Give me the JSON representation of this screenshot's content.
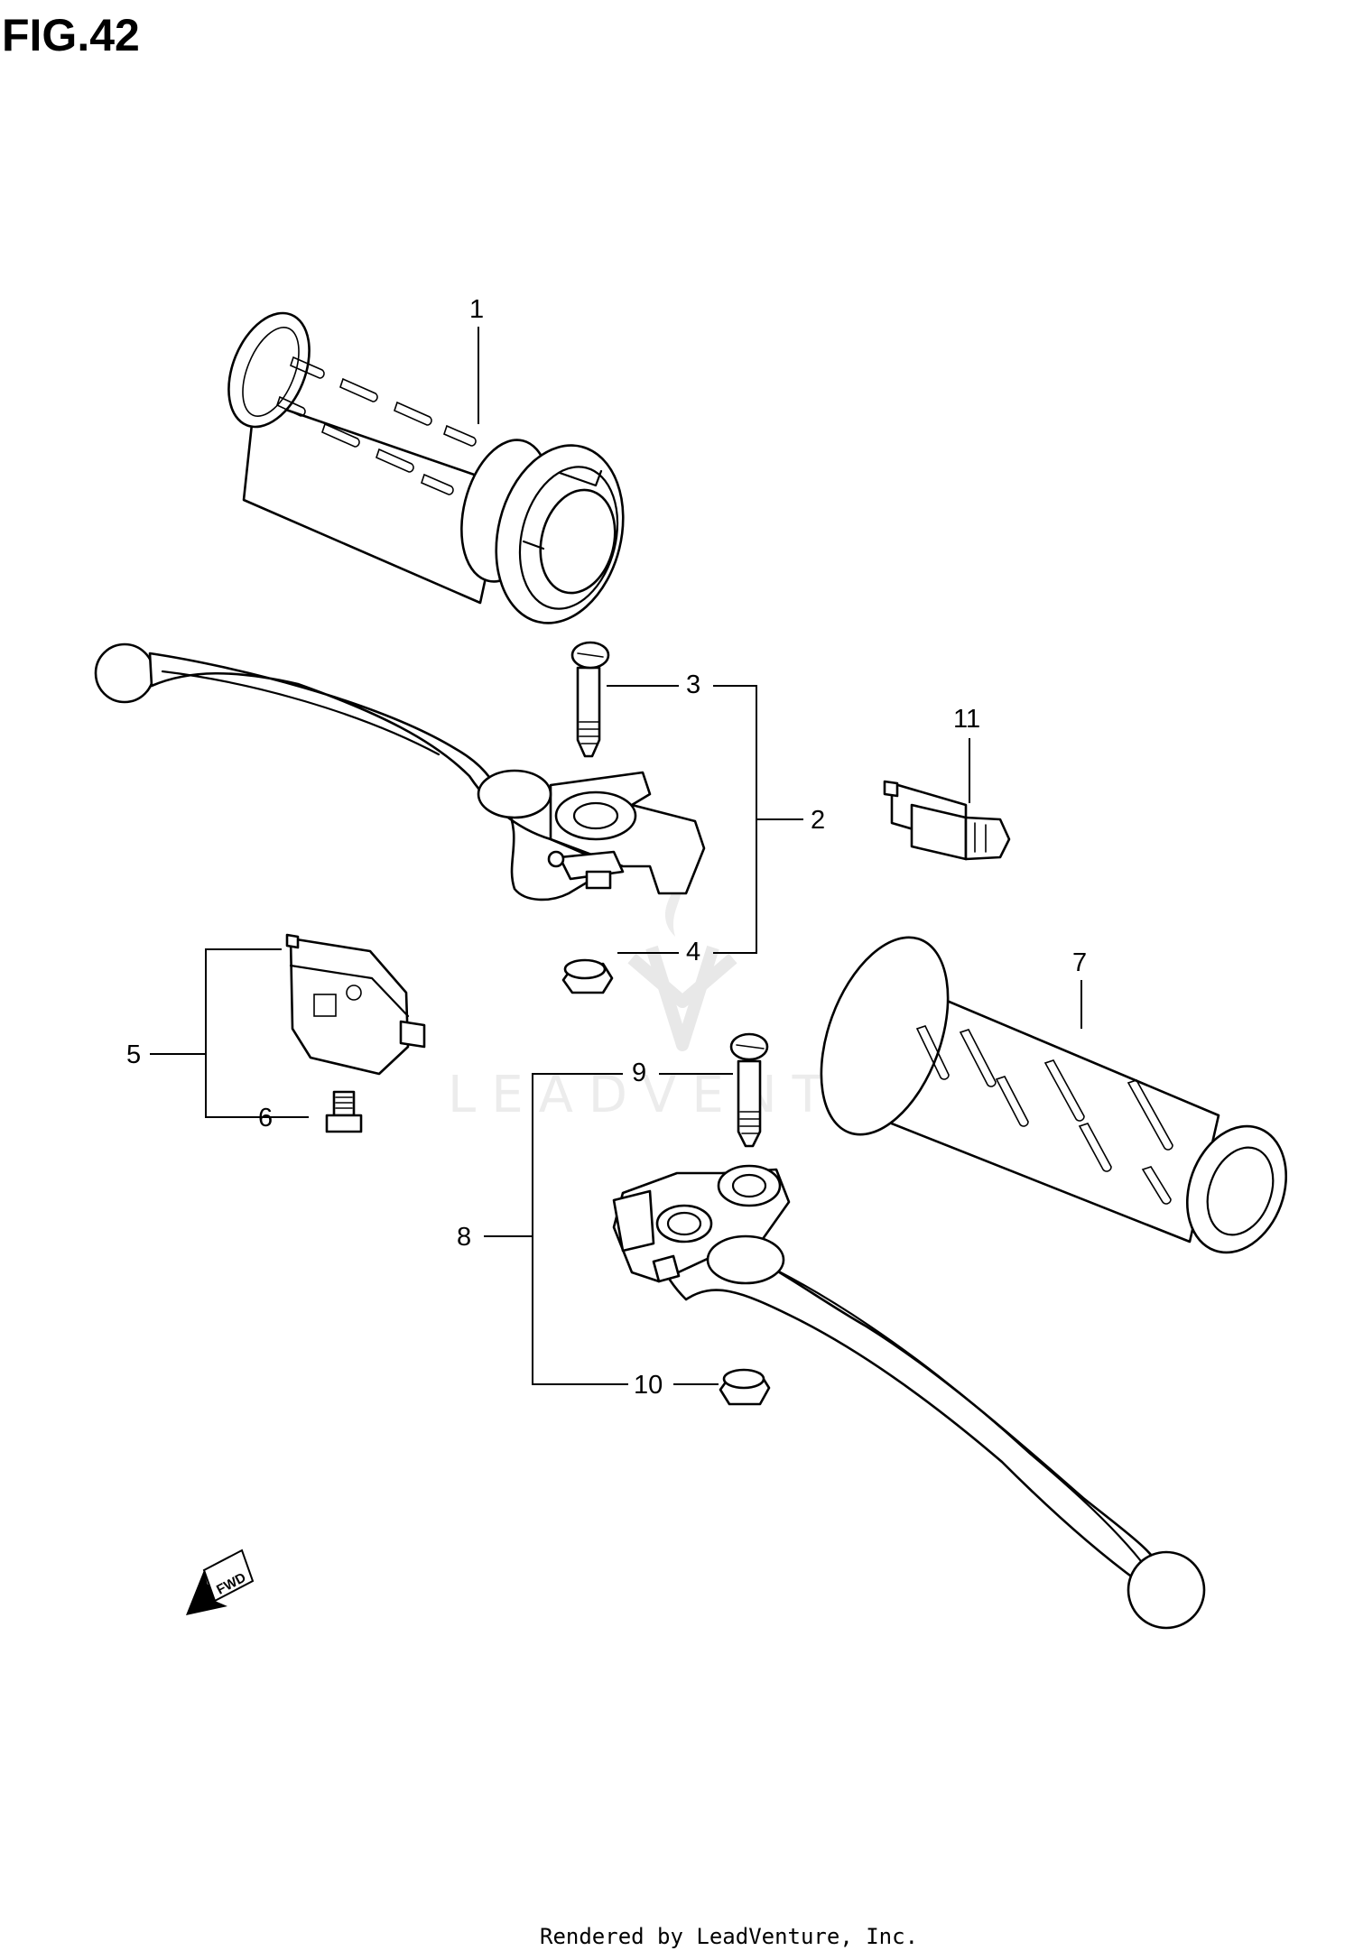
{
  "figure": {
    "title": "FIG.42"
  },
  "callouts": [
    {
      "id": "1",
      "label": "1",
      "part": "right handlebar grip"
    },
    {
      "id": "2",
      "label": "2",
      "part": "front brake lever assembly"
    },
    {
      "id": "3",
      "label": "3",
      "part": "brake lever pivot bolt"
    },
    {
      "id": "4",
      "label": "4",
      "part": "brake lever nut"
    },
    {
      "id": "5",
      "label": "5",
      "part": "clutch switch"
    },
    {
      "id": "6",
      "label": "6",
      "part": "clutch switch screw"
    },
    {
      "id": "7",
      "label": "7",
      "part": "left handlebar grip"
    },
    {
      "id": "8",
      "label": "8",
      "part": "clutch lever assembly"
    },
    {
      "id": "9",
      "label": "9",
      "part": "clutch lever pivot bolt"
    },
    {
      "id": "10",
      "label": "10",
      "part": "clutch lever nut"
    },
    {
      "id": "11",
      "label": "11",
      "part": "front brake switch"
    }
  ],
  "fwd_arrow": {
    "label": "FWD"
  },
  "watermark": {
    "text": "LEADVENTURE"
  },
  "footer": {
    "text": "Rendered by LeadVenture, Inc."
  }
}
